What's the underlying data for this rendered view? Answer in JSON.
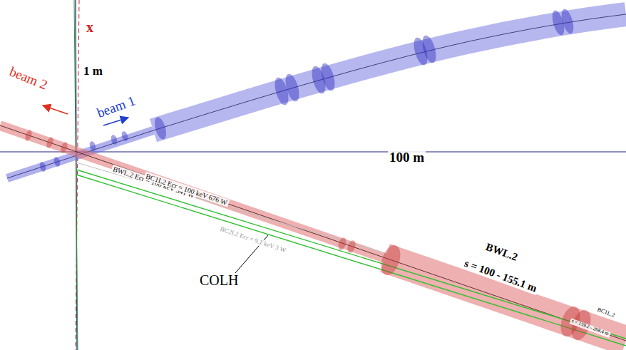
{
  "diagram": {
    "labels": [
      "x",
      "1 m",
      "beam 2",
      "beam 1",
      "100 m",
      "BWL.2 Ecr = 100 keV 341 W",
      "BC1L2 Ecr = 100 keV 676 W",
      "BC2L2 Ecr = 9.1 keV 3 W",
      "COLH",
      "BWL.2",
      "s = 100 - 155.1 m",
      "BC1L.2",
      "s = 159.2 - 268.4 m"
    ]
  }
}
